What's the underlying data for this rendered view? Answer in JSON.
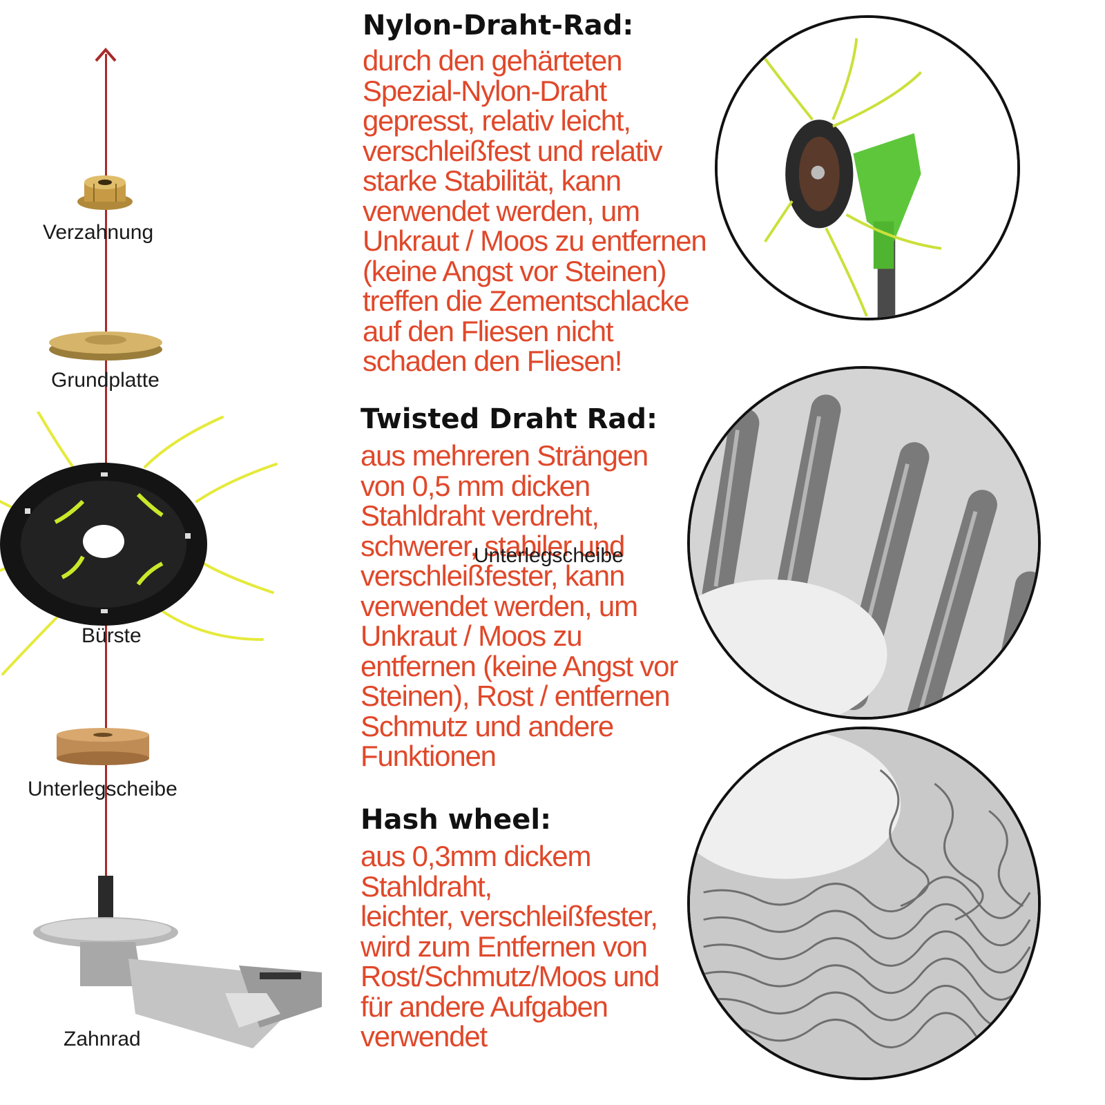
{
  "assembly": {
    "parts": [
      {
        "label": "Verzahnung",
        "icon": "flange-nut-icon"
      },
      {
        "label": "Grundplatte",
        "icon": "base-plate-icon"
      },
      {
        "label": "Bürste",
        "icon": "nylon-brush-head-icon"
      },
      {
        "label": "Unterlegscheibe",
        "icon": "washer-icon"
      },
      {
        "label": "Zahnrad",
        "icon": "gearbox-icon"
      }
    ],
    "axis_color": "#a82a2a"
  },
  "sections": [
    {
      "heading": "Nylon-Draht-Rad:",
      "text": "durch den gehärteten\nSpezial-Nylon-Draht\ngepresst, relativ leicht,\nverschleißfest und relativ\nstarke Stabilität, kann\nverwendet werden, um\nUnkraut / Moos zu entfernen\n(keine Angst vor Steinen)\ntreffen die Zementschlacke\nauf den Fliesen nicht\nschaden den Fliesen!",
      "image": "nylon-trimmer-photo"
    },
    {
      "heading": "Twisted Draht Rad:",
      "text": "aus mehreren Strängen\nvon 0,5 mm dicken\nStahldraht verdreht,\nschwerer, stabiler und\nverschleißfester, kann\nverwendet werden, um\nUnkraut / Moos zu\nentfernen (keine Angst vor\nSteinen), Rost / entfernen\nSchmutz und andere\nFunktionen",
      "image": "twisted-wire-photo"
    },
    {
      "heading": "Hash wheel:",
      "text": "aus 0,3mm dickem\nStahldraht,\nleichter, verschleißfester,\nwird zum Entfernen von\nRost/Schmutz/Moos und\n für andere Aufgaben\nverwendet",
      "image": "crimped-wire-photo"
    }
  ],
  "overlay_label": "Unterlegscheibe",
  "colors": {
    "heading": "#111111",
    "body_text": "#e0482a",
    "accent_green": "#7ccc2a",
    "nylon_yellow": "#e5ea3c"
  }
}
